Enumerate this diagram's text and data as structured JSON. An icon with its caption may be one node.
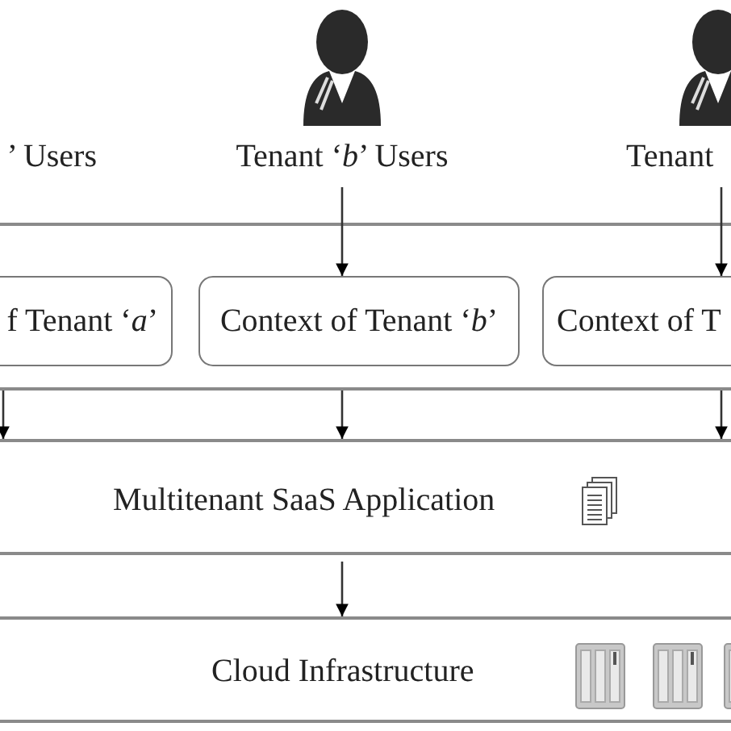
{
  "diagram": {
    "nodes": [
      {
        "text": [
          "’ Users"
        ]
      },
      {
        "text": [
          "Tenant ‘*b*’ Users"
        ]
      },
      {
        "text": [
          "Tenant"
        ]
      },
      {
        "text": [],
        "shape": "band"
      },
      {
        "text": [
          "f Tenant ‘*a*’"
        ],
        "in": 3
      },
      {
        "text": [
          "Context of Tenant ‘*b*’"
        ],
        "in": 3
      },
      {
        "text": [
          "Context of T"
        ],
        "in": 3
      },
      {
        "text": [
          "Multitenant SaaS Application"
        ]
      },
      {
        "text": [
          "Cloud Infrastructure"
        ]
      }
    ],
    "edges": [
      {
        "from": 1,
        "to": 5,
        "arrow": "to"
      },
      {
        "from": 2,
        "to": 6,
        "arrow": "to"
      },
      {
        "from": 3,
        "to": 7,
        "arrow": "to"
      },
      {
        "from": 3,
        "to": 7,
        "arrow": "to"
      },
      {
        "from": 3,
        "to": 7,
        "arrow": "to"
      },
      {
        "from": 7,
        "to": 8,
        "arrow": "to"
      }
    ]
  }
}
